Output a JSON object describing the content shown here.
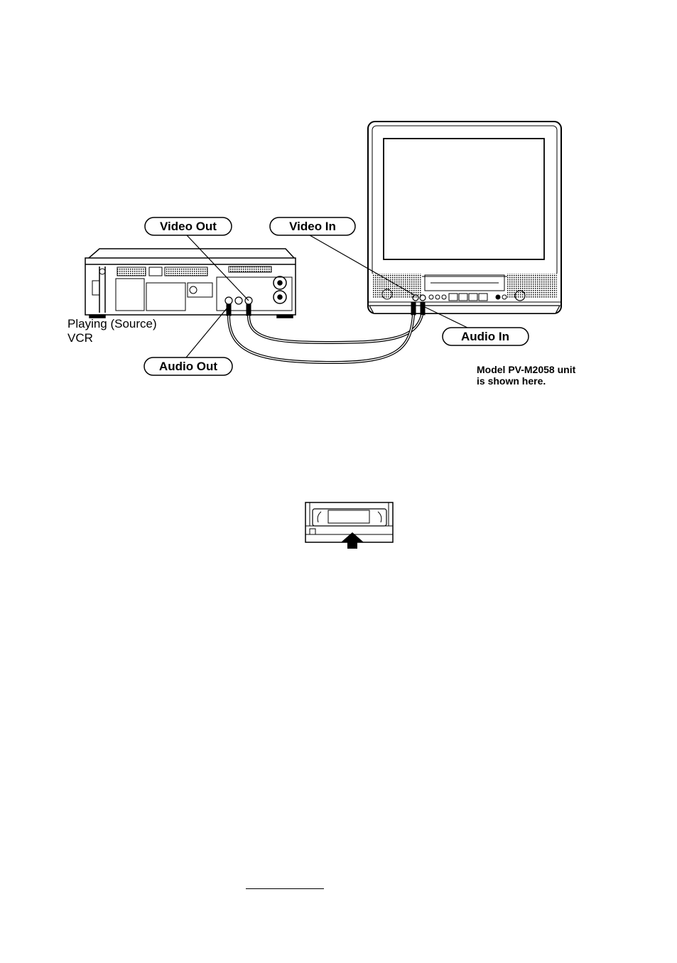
{
  "labels": {
    "video_out": "Video Out",
    "video_in": "Video In",
    "audio_out": "Audio Out",
    "audio_in": "Audio In"
  },
  "source_vcr": {
    "line1": "Playing (Source)",
    "line2": "VCR"
  },
  "model_note": {
    "line1": "Model PV-M2058 unit",
    "line2": "is shown here."
  }
}
